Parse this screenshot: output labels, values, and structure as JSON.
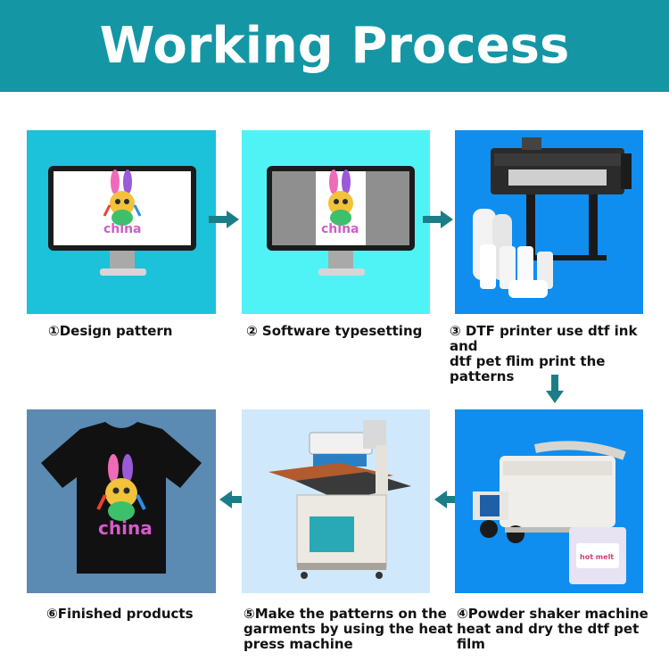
{
  "title": "Working Process",
  "colors": {
    "header": "#1496a5",
    "arrow": "#1b7e87",
    "panel_teal": "#1cc1da",
    "panel_cyan": "#4ff3f6",
    "panel_blue": "#0f8ef0",
    "panel_slate": "#5b8ab3",
    "panel_sky": "#cfe8fb"
  },
  "steps": [
    {
      "label": "①Design pattern",
      "icon": "monitor-design-icon"
    },
    {
      "label": "② Software typesetting",
      "icon": "monitor-software-icon"
    },
    {
      "label_lines": [
        "③ DTF printer use dtf ink and",
        "dtf pet flim print the patterns"
      ],
      "icon": "dtf-printer-icon"
    },
    {
      "label_lines": [
        "④Powder shaker machine",
        "heat and dry the dtf pet film"
      ],
      "icon": "powder-shaker-icon"
    },
    {
      "label_lines": [
        "⑤Make the patterns on the",
        "garments by using the heat",
        "press machine"
      ],
      "icon": "heat-press-icon"
    },
    {
      "label": "⑥Finished products",
      "icon": "tshirt-icon"
    }
  ],
  "art_text": "china",
  "bag_text": "hot melt"
}
